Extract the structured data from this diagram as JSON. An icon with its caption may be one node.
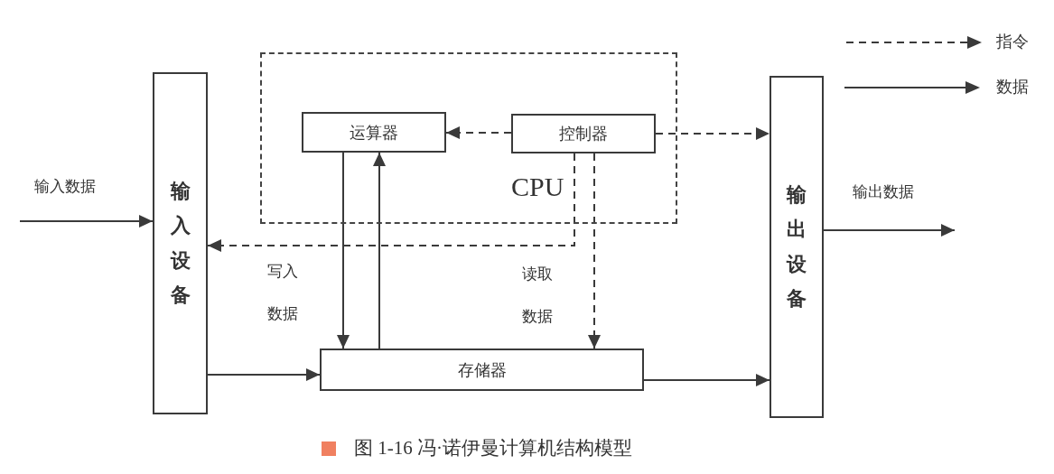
{
  "diagram": {
    "caption": "图 1-16 冯·诺伊曼计算机结构模型",
    "nodes": [
      {
        "text": [
          "CPU"
        ]
      },
      {
        "text": [
          "运算器"
        ],
        "in": 0
      },
      {
        "text": [
          "控制器"
        ],
        "in": 0
      },
      {
        "text": [
          "输入设备"
        ]
      },
      {
        "text": [
          "输出设备"
        ]
      },
      {
        "text": [
          "存储器"
        ]
      }
    ],
    "edges": [
      {
        "from": null,
        "to": 3,
        "arrow": "to",
        "label": "输入数据"
      },
      {
        "from": 2,
        "to": 1,
        "arrow": "to",
        "style": "dashed"
      },
      {
        "from": 2,
        "to": 4,
        "arrow": "to",
        "style": "dashed"
      },
      {
        "from": 2,
        "to": 3,
        "arrow": "to",
        "style": "dashed"
      },
      {
        "from": 2,
        "to": 5,
        "arrow": "to",
        "style": "dashed"
      },
      {
        "from": 1,
        "to": 5,
        "arrow": "to"
      },
      {
        "from": 5,
        "to": 1,
        "arrow": "to"
      },
      {
        "from": 3,
        "to": 5,
        "arrow": "to"
      },
      {
        "from": 5,
        "to": 4,
        "arrow": "to"
      },
      {
        "from": 4,
        "to": null,
        "arrow": "to",
        "label": "输出数据"
      }
    ],
    "labels": [
      "写入数据",
      "读取数据"
    ],
    "legend": [
      {
        "text": "指令"
      },
      {
        "text": "数据"
      }
    ]
  }
}
